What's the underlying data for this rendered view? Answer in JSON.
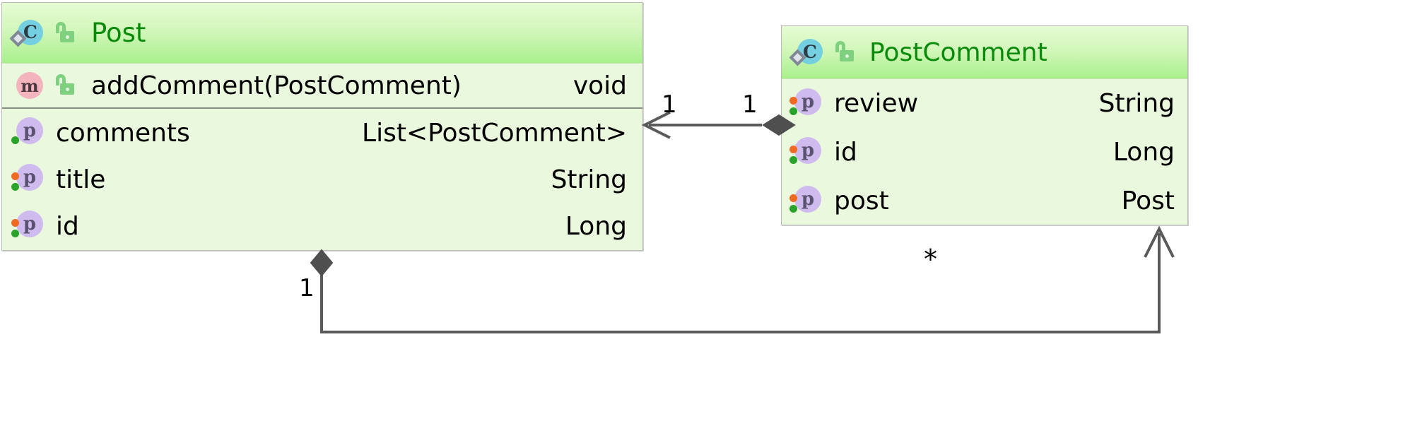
{
  "diagram": {
    "type": "uml-class-diagram",
    "background": "#ffffff",
    "classes": [
      {
        "id": "post",
        "name": "Post",
        "title_color": "#0a8a0a",
        "visibility_icon": "unlock-icon",
        "class_icon": "class-c-icon",
        "methods": [
          {
            "icon": "method-m-icon",
            "visibility_icon": "unlock-icon",
            "name": "addComment(PostComment)",
            "type": "void"
          }
        ],
        "properties": [
          {
            "icon": "property-p-icon",
            "name": "comments",
            "type": "List<PostComment>",
            "has_setter_dot": false,
            "has_getter_dot": true
          },
          {
            "icon": "property-p-icon",
            "name": "title",
            "type": "String",
            "has_setter_dot": true,
            "has_getter_dot": true
          },
          {
            "icon": "property-p-icon",
            "name": "id",
            "type": "Long",
            "has_setter_dot": true,
            "has_getter_dot": true
          }
        ]
      },
      {
        "id": "postcomment",
        "name": "PostComment",
        "title_color": "#0a8a0a",
        "visibility_icon": "unlock-icon",
        "class_icon": "class-c-icon",
        "methods": [],
        "properties": [
          {
            "icon": "property-p-icon",
            "name": "review",
            "type": "String",
            "has_setter_dot": true,
            "has_getter_dot": true
          },
          {
            "icon": "property-p-icon",
            "name": "id",
            "type": "Long",
            "has_setter_dot": true,
            "has_getter_dot": true
          },
          {
            "icon": "property-p-icon",
            "name": "post",
            "type": "Post",
            "has_setter_dot": true,
            "has_getter_dot": true
          }
        ]
      }
    ],
    "relations": [
      {
        "id": "post-comments-assoc",
        "from": "postcomment",
        "to": "post",
        "source_end": "filled-diamond",
        "target_end": "open-arrow",
        "source_multiplicity": "1",
        "target_multiplicity": "1",
        "line_color": "#5a5a5a"
      },
      {
        "id": "comment-post-assoc",
        "from": "post",
        "to": "postcomment",
        "source_end": "filled-diamond",
        "target_end": "open-arrow",
        "source_multiplicity": "1",
        "target_multiplicity": "*",
        "line_color": "#5a5a5a"
      }
    ],
    "icon_glyphs": {
      "class_letter": "C",
      "method_letter": "m",
      "property_letter": "p"
    },
    "colors": {
      "class_fill": "#eaf8dd",
      "header_gradient_top": "#e6fbd4",
      "header_gradient_bottom": "#a9f08c",
      "border": "#b9b9b9",
      "separator": "#878f82",
      "class_icon_circle": "#74cfe0",
      "method_icon_circle": "#f3b4bd",
      "property_icon_circle": "#cfbbee",
      "lock_green": "#7fd07f",
      "setter_dot": "#ef6a22",
      "getter_dot": "#29a329",
      "connector": "#5a5a5a"
    }
  }
}
